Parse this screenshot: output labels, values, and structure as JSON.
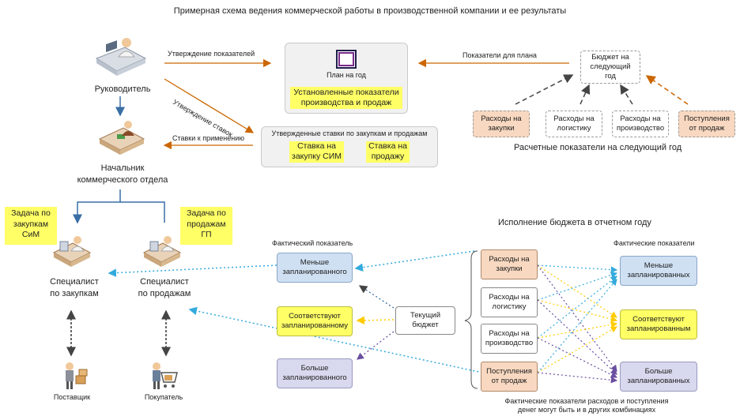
{
  "title": "Примерная схема ведения коммерческой работы в производственной компании и ее результаты",
  "roles": {
    "director": "Руководитель",
    "head": "Начальник\nкоммерческого отдела",
    "purchase_spec": "Специалист\nпо закупкам",
    "sales_spec": "Специалист\nпо продажам",
    "supplier": "Поставщик",
    "buyer": "Покупатель"
  },
  "tasks": {
    "purchase": "Задача по\nзакупкам\nСиМ",
    "sales": "Задача по\nпродажам\nГП"
  },
  "arrows": {
    "approve_indicators": "Утверждение показателей",
    "approve_rates": "Утверждение ставок",
    "rates_to_apply": "Ставки к применению",
    "plan_indicators": "Показатели для плана"
  },
  "plan": {
    "label": "План на год",
    "subtitle": "Установленные показатели\nпроизводства и продаж"
  },
  "rates": {
    "header": "Утвержденные ставки по закупкам и продажам",
    "purchase_rate": "Ставка на\nзакупку СИМ",
    "sales_rate": "Ставка на\nпродажу"
  },
  "budget_next": "Бюджет на\nследующий\nгод",
  "calc_items": [
    "Расходы на\nзакупки",
    "Расходы на\nлогистику",
    "Расходы на\nпроизводство",
    "Поступления\nот продаж"
  ],
  "calc_caption": "Расчетные показатели на следующий год",
  "execution": {
    "title": "Исполнение бюджета в отчетном году",
    "fact_label": "Фактический показатель",
    "fact_label_right": "Фактические показатели",
    "less": "Меньше\nзапланированного",
    "match": "Соответствуют\nзапланированному",
    "more": "Больше\nзапланированного",
    "current_budget": "Текущий\nбюджет",
    "items": [
      "Расходы на\nзакупки",
      "Расходы на\nлогистику",
      "Расходы на\nпроизводство",
      "Поступления\nот продаж"
    ],
    "right_less": "Меньше\nзапланированных",
    "right_match": "Соответствуют\nзапланированным",
    "right_more": "Больше\nзапланированных",
    "footnote": "Фактические показатели расходов и поступления\nденег могут быть и в других комбинациях"
  },
  "colors": {
    "orange": "#cc6600",
    "blue": "#3a6ea5",
    "yellow": "#ffff66",
    "peach": "#f8d8c0",
    "lavender": "#d8d8ee",
    "lightblue": "#cfe0f3",
    "cyan_dots": "#33aadd",
    "purple_dots": "#6a4ea0",
    "yellow_dots": "#ffcc00"
  },
  "icons": [
    "director-desk-icon",
    "head-desk-icon",
    "specialist-desk-icon",
    "supplier-icon",
    "buyer-icon",
    "plan-frame-icon"
  ]
}
